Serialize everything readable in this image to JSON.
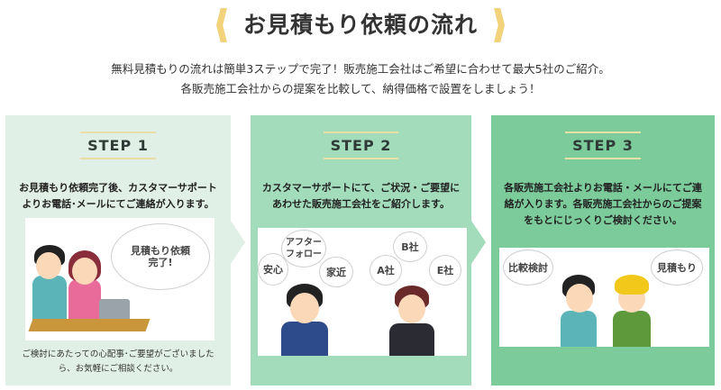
{
  "header": {
    "title": "お見積もり依頼の流れ",
    "lead_lines": [
      "無料見積もりの流れは簡単3ステップで完了！販売施工会社はご希望に合わせて最大5社のご紹介。",
      "各販売施工会社からの提案を比較して、納得価格で設置をしましょう！"
    ]
  },
  "colors": {
    "step1": "#e1f0e6",
    "step2": "#a3dcbb",
    "step3": "#7ccb9b",
    "bracket": "#f2d27a"
  },
  "steps": [
    {
      "label": "STEP 1",
      "desc": [
        "お見積もり依頼完了後、カスタマーサポート",
        "よりお電話･メールにてご連絡が入ります。"
      ],
      "bubbles": [
        "見積もり依頼",
        "完了!"
      ],
      "note": [
        "ご検討にあたっての心配事･ご要望がございました",
        "ら、お気軽にご相談ください。"
      ]
    },
    {
      "label": "STEP 2",
      "desc": [
        "カスタマーサポートにて、ご状況・ご要望に",
        "あわせた販売施工会社をご紹介します。"
      ],
      "bubbles": [
        "アフター",
        "フォロー",
        "安心",
        "家近",
        "B社",
        "A社",
        "E社"
      ]
    },
    {
      "label": "STEP 3",
      "desc": [
        "各販売施工会社よりお電話・メールにてご連",
        "絡が入ります。各販売施工会社からのご提案",
        "をもとにじっくりご検討ください。"
      ],
      "bubbles": [
        "比較検討",
        "見積もり"
      ]
    }
  ]
}
